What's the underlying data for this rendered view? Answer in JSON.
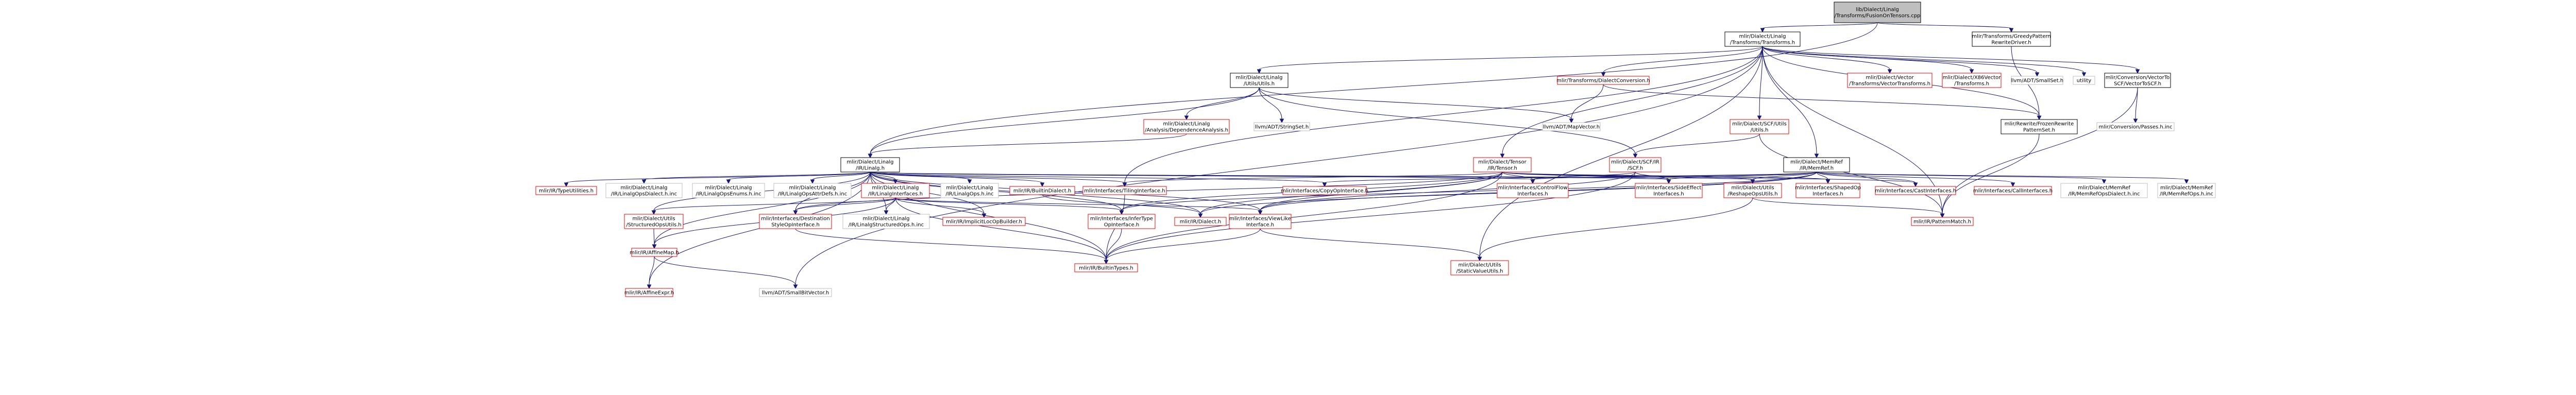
{
  "colors": {
    "root_fill": "#bfbfbf",
    "internal_fill": "#ffffff",
    "external_fill": "#ffffff",
    "internal_border": "#000000",
    "red_border": "#ff0000",
    "gray_border": "#bfbfbf",
    "edge": "#191970"
  },
  "nodes": [
    {
      "id": "root",
      "lines": [
        "lib/Dialect/Linalg",
        "/Transforms/FusionOnTensors.cpp"
      ],
      "kind": "root"
    },
    {
      "id": "linalg_transforms",
      "lines": [
        "mlir/Dialect/Linalg",
        "/Transforms/Transforms.h"
      ],
      "kind": "internal"
    },
    {
      "id": "greedy",
      "lines": [
        "mlir/Transforms/GreedyPattern",
        "RewriteDriver.h"
      ],
      "kind": "internal"
    },
    {
      "id": "linalg_utils",
      "lines": [
        "mlir/Dialect/Linalg",
        "/Utils/Utils.h"
      ],
      "kind": "internal"
    },
    {
      "id": "transforms_dialectconv",
      "lines": [
        "mlir/Transforms/DialectConversion.h"
      ],
      "kind": "red"
    },
    {
      "id": "vector_transforms",
      "lines": [
        "mlir/Dialect/Vector",
        "/Transforms/VectorTransforms.h"
      ],
      "kind": "red"
    },
    {
      "id": "x86vector",
      "lines": [
        "mlir/Dialect/X86Vector",
        "/Transforms.h"
      ],
      "kind": "red"
    },
    {
      "id": "smallset",
      "lines": [
        "llvm/ADT/SmallSet.h"
      ],
      "kind": "gray"
    },
    {
      "id": "utility",
      "lines": [
        "utility"
      ],
      "kind": "gray"
    },
    {
      "id": "vectortoscf",
      "lines": [
        "mlir/Conversion/VectorTo",
        "SCF/VectorToSCF.h"
      ],
      "kind": "internal"
    },
    {
      "id": "depanalysis",
      "lines": [
        "mlir/Dialect/Linalg",
        "/Analysis/DependenceAnalysis.h"
      ],
      "kind": "red"
    },
    {
      "id": "stringset",
      "lines": [
        "llvm/ADT/StringSet.h"
      ],
      "kind": "gray"
    },
    {
      "id": "mapvector",
      "lines": [
        "llvm/ADT/MapVector.h"
      ],
      "kind": "gray"
    },
    {
      "id": "scf_utils",
      "lines": [
        "mlir/Dialect/SCF/Utils",
        "/Utils.h"
      ],
      "kind": "red"
    },
    {
      "id": "frozen",
      "lines": [
        "mlir/Rewrite/FrozenRewrite",
        "PatternSet.h"
      ],
      "kind": "internal"
    },
    {
      "id": "convpasses",
      "lines": [
        "mlir/Conversion/Passes.h.inc"
      ],
      "kind": "gray"
    },
    {
      "id": "memref",
      "lines": [
        "mlir/Dialect/MemRef",
        "/IR/MemRef.h"
      ],
      "kind": "internal"
    },
    {
      "id": "linalg_ir",
      "lines": [
        "mlir/Dialect/Linalg",
        "/IR/Linalg.h"
      ],
      "kind": "internal"
    },
    {
      "id": "tensor",
      "lines": [
        "mlir/Dialect/Tensor",
        "/IR/Tensor.h"
      ],
      "kind": "red"
    },
    {
      "id": "scf_ir",
      "lines": [
        "mlir/Dialect/SCF/IR",
        "/SCF.h"
      ],
      "kind": "red"
    },
    {
      "id": "typeutil",
      "lines": [
        "mlir/IR/TypeUtilities.h"
      ],
      "kind": "red"
    },
    {
      "id": "opsdialect_inc",
      "lines": [
        "mlir/Dialect/Linalg",
        "/IR/LinalgOpsDialect.h.inc"
      ],
      "kind": "gray"
    },
    {
      "id": "opsenums_inc",
      "lines": [
        "mlir/Dialect/Linalg",
        "/IR/LinalgOpsEnums.h.inc"
      ],
      "kind": "gray"
    },
    {
      "id": "opsattr_inc",
      "lines": [
        "mlir/Dialect/Linalg",
        "/IR/LinalgOpsAttrDefs.h.inc"
      ],
      "kind": "gray"
    },
    {
      "id": "linalg_interfaces",
      "lines": [
        "mlir/Dialect/Linalg",
        "/IR/LinalgInterfaces.h"
      ],
      "kind": "red"
    },
    {
      "id": "linalgops_inc",
      "lines": [
        "mlir/Dialect/Linalg",
        "/IR/LinalgOps.h.inc"
      ],
      "kind": "gray"
    },
    {
      "id": "builtindialect",
      "lines": [
        "mlir/IR/BuiltinDialect.h"
      ],
      "kind": "red"
    },
    {
      "id": "tilinginterface",
      "lines": [
        "mlir/Interfaces/TilingInterface.h"
      ],
      "kind": "red"
    },
    {
      "id": "copyopinterface",
      "lines": [
        "mlir/Interfaces/CopyOpInterface.h"
      ],
      "kind": "red"
    },
    {
      "id": "controlflow",
      "lines": [
        "mlir/Interfaces/ControlFlow",
        "Interfaces.h"
      ],
      "kind": "red"
    },
    {
      "id": "sideeffect",
      "lines": [
        "mlir/Interfaces/SideEffect",
        "Interfaces.h"
      ],
      "kind": "red"
    },
    {
      "id": "reshapeops",
      "lines": [
        "mlir/Dialect/Utils",
        "/ReshapeOpsUtils.h"
      ],
      "kind": "red"
    },
    {
      "id": "shapedop",
      "lines": [
        "mlir/Interfaces/ShapedOp",
        "Interfaces.h"
      ],
      "kind": "red"
    },
    {
      "id": "castinterfaces",
      "lines": [
        "mlir/Interfaces/CastInterfaces.h"
      ],
      "kind": "red"
    },
    {
      "id": "callinterfaces",
      "lines": [
        "mlir/Interfaces/CallInterfaces.h"
      ],
      "kind": "red"
    },
    {
      "id": "memrefdialect_inc",
      "lines": [
        "mlir/Dialect/MemRef",
        "/IR/MemRefOpsDialect.h.inc"
      ],
      "kind": "gray"
    },
    {
      "id": "memrefops_inc",
      "lines": [
        "mlir/Dialect/MemRef",
        "/IR/MemRefOps.h.inc"
      ],
      "kind": "gray"
    },
    {
      "id": "structuredops",
      "lines": [
        "mlir/Dialect/Utils",
        "/StructuredOpsUtils.h"
      ],
      "kind": "red"
    },
    {
      "id": "destination",
      "lines": [
        "mlir/Interfaces/Destination",
        "StyleOpInterface.h"
      ],
      "kind": "red"
    },
    {
      "id": "structuredops_inc",
      "lines": [
        "mlir/Dialect/Linalg",
        "/IR/LinalgStructuredOps.h.inc"
      ],
      "kind": "gray"
    },
    {
      "id": "implicitloc",
      "lines": [
        "mlir/IR/ImplicitLocOpBuilder.h"
      ],
      "kind": "red"
    },
    {
      "id": "infertype",
      "lines": [
        "mlir/Interfaces/InferType",
        "OpInterface.h"
      ],
      "kind": "red"
    },
    {
      "id": "irdialect",
      "lines": [
        "mlir/IR/Dialect.h"
      ],
      "kind": "red"
    },
    {
      "id": "viewlike",
      "lines": [
        "mlir/Interfaces/ViewLike",
        "Interface.h"
      ],
      "kind": "red"
    },
    {
      "id": "patternmatch",
      "lines": [
        "mlir/IR/PatternMatch.h"
      ],
      "kind": "red"
    },
    {
      "id": "affinemap",
      "lines": [
        "mlir/IR/AffineMap.h"
      ],
      "kind": "red"
    },
    {
      "id": "builtintypes",
      "lines": [
        "mlir/IR/BuiltinTypes.h"
      ],
      "kind": "red"
    },
    {
      "id": "staticvalue",
      "lines": [
        "mlir/Dialect/Utils",
        "/StaticValueUtils.h"
      ],
      "kind": "red"
    },
    {
      "id": "affineexpr",
      "lines": [
        "mlir/IR/AffineExpr.h"
      ],
      "kind": "red"
    },
    {
      "id": "smallbitvector",
      "lines": [
        "llvm/ADT/SmallBitVector.h"
      ],
      "kind": "gray"
    }
  ],
  "edges": [
    [
      "root",
      "linalg_transforms"
    ],
    [
      "root",
      "greedy"
    ],
    [
      "root",
      "linalg_ir"
    ],
    [
      "greedy",
      "frozen"
    ],
    [
      "linalg_transforms",
      "linalg_utils"
    ],
    [
      "linalg_transforms",
      "transforms_dialectconv"
    ],
    [
      "linalg_transforms",
      "vector_transforms"
    ],
    [
      "linalg_transforms",
      "x86vector"
    ],
    [
      "linalg_transforms",
      "smallset"
    ],
    [
      "linalg_transforms",
      "utility"
    ],
    [
      "linalg_transforms",
      "vectortoscf"
    ],
    [
      "linalg_transforms",
      "scf_utils"
    ],
    [
      "linalg_transforms",
      "memref"
    ],
    [
      "linalg_transforms",
      "tensor"
    ],
    [
      "linalg_transforms",
      "tilinginterface"
    ],
    [
      "linalg_transforms",
      "patternmatch"
    ],
    [
      "linalg_transforms",
      "frozen"
    ],
    [
      "linalg_transforms",
      "smallbitvector"
    ],
    [
      "linalg_transforms",
      "staticvalue"
    ],
    [
      "linalg_utils",
      "depanalysis"
    ],
    [
      "linalg_utils",
      "stringset"
    ],
    [
      "linalg_utils",
      "mapvector"
    ],
    [
      "linalg_utils",
      "scf_ir"
    ],
    [
      "linalg_utils",
      "linalg_ir"
    ],
    [
      "depanalysis",
      "linalg_ir"
    ],
    [
      "transforms_dialectconv",
      "frozen"
    ],
    [
      "transforms_dialectconv",
      "mapvector"
    ],
    [
      "vectortoscf",
      "convpasses"
    ],
    [
      "vectortoscf",
      "patternmatch"
    ],
    [
      "scf_utils",
      "scf_ir"
    ],
    [
      "scf_utils",
      "patternmatch"
    ],
    [
      "frozen",
      "patternmatch"
    ],
    [
      "memref",
      "controlflow"
    ],
    [
      "memref",
      "sideeffect"
    ],
    [
      "memref",
      "reshapeops"
    ],
    [
      "memref",
      "shapedop"
    ],
    [
      "memref",
      "castinterfaces"
    ],
    [
      "memref",
      "callinterfaces"
    ],
    [
      "memref",
      "memrefdialect_inc"
    ],
    [
      "memref",
      "memrefops_inc"
    ],
    [
      "memref",
      "copyopinterface"
    ],
    [
      "memref",
      "infertype"
    ],
    [
      "memref",
      "irdialect"
    ],
    [
      "memref",
      "viewlike"
    ],
    [
      "tensor",
      "controlflow"
    ],
    [
      "tensor",
      "sideeffect"
    ],
    [
      "tensor",
      "reshapeops"
    ],
    [
      "tensor",
      "shapedop"
    ],
    [
      "tensor",
      "castinterfaces"
    ],
    [
      "tensor",
      "tilinginterface"
    ],
    [
      "tensor",
      "destination"
    ],
    [
      "tensor",
      "infertype"
    ],
    [
      "tensor",
      "irdialect"
    ],
    [
      "tensor",
      "viewlike"
    ],
    [
      "tensor",
      "builtintypes"
    ],
    [
      "scf_ir",
      "controlflow"
    ],
    [
      "scf_ir",
      "sideeffect"
    ],
    [
      "scf_ir",
      "viewlike"
    ],
    [
      "scf_ir",
      "builtintypes"
    ],
    [
      "linalg_ir",
      "typeutil"
    ],
    [
      "linalg_ir",
      "opsdialect_inc"
    ],
    [
      "linalg_ir",
      "opsenums_inc"
    ],
    [
      "linalg_ir",
      "opsattr_inc"
    ],
    [
      "linalg_ir",
      "linalg_interfaces"
    ],
    [
      "linalg_ir",
      "linalgops_inc"
    ],
    [
      "linalg_ir",
      "builtindialect"
    ],
    [
      "linalg_ir",
      "tilinginterface"
    ],
    [
      "linalg_ir",
      "copyopinterface"
    ],
    [
      "linalg_ir",
      "controlflow"
    ],
    [
      "linalg_ir",
      "sideeffect"
    ],
    [
      "linalg_ir",
      "reshapeops"
    ],
    [
      "linalg_ir",
      "structuredops"
    ],
    [
      "linalg_ir",
      "destination"
    ],
    [
      "linalg_ir",
      "structuredops_inc"
    ],
    [
      "linalg_ir",
      "implicitloc"
    ],
    [
      "linalg_ir",
      "infertype"
    ],
    [
      "linalg_ir",
      "irdialect"
    ],
    [
      "linalg_ir",
      "viewlike"
    ],
    [
      "linalg_ir",
      "affinemap"
    ],
    [
      "linalg_ir",
      "builtintypes"
    ],
    [
      "linalg_ir",
      "affineexpr"
    ],
    [
      "linalg_interfaces",
      "structuredops"
    ],
    [
      "linalg_interfaces",
      "destination"
    ],
    [
      "linalg_interfaces",
      "structuredops_inc"
    ],
    [
      "linalg_interfaces",
      "implicitloc"
    ],
    [
      "linalg_interfaces",
      "infertype"
    ],
    [
      "linalg_interfaces",
      "viewlike"
    ],
    [
      "linalg_interfaces",
      "affinemap"
    ],
    [
      "linalg_interfaces",
      "builtintypes"
    ],
    [
      "builtindialect",
      "irdialect"
    ],
    [
      "tilinginterface",
      "builtintypes"
    ],
    [
      "reshapeops",
      "staticvalue"
    ],
    [
      "reshapeops",
      "patternmatch"
    ],
    [
      "structuredops",
      "affinemap"
    ],
    [
      "destination",
      "builtintypes"
    ],
    [
      "infertype",
      "builtintypes"
    ],
    [
      "viewlike",
      "builtintypes"
    ],
    [
      "viewlike",
      "staticvalue"
    ],
    [
      "affinemap",
      "affineexpr"
    ],
    [
      "affinemap",
      "smallbitvector"
    ]
  ]
}
